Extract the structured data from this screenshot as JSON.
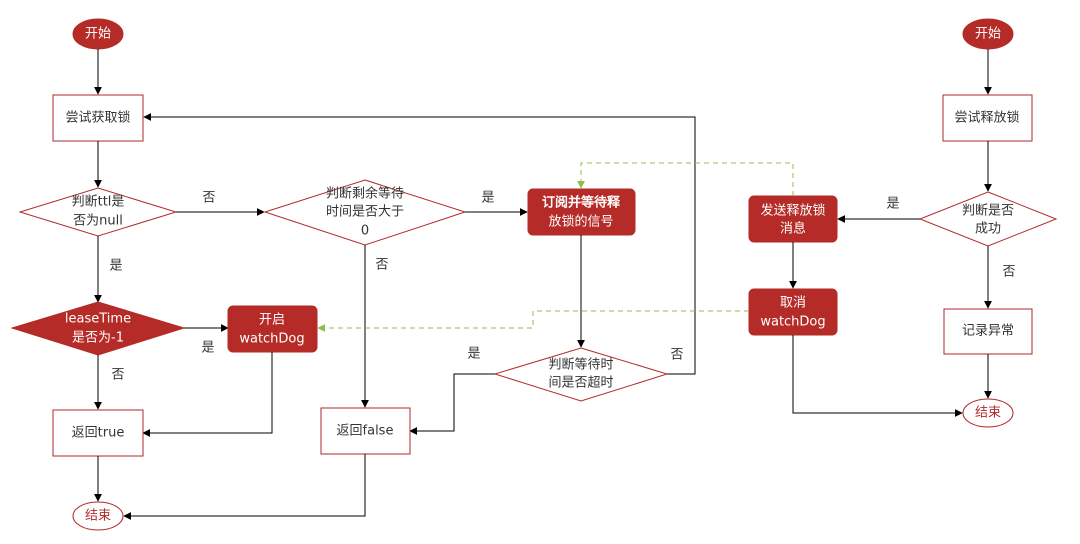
{
  "left_flow": {
    "start": "开始",
    "try_acquire": "尝试获取锁",
    "ttl_null_q": [
      "判断ttl是",
      "否为null"
    ],
    "lease_q": [
      "leaseTime",
      "是否为-1"
    ],
    "open_watchdog": [
      "开启",
      "watchDog"
    ],
    "return_true": "返回true",
    "end": "结束",
    "remaining_q": [
      "判断剩余等待",
      "时间是否大于",
      "0"
    ],
    "subscribe": [
      "订阅并等待释",
      "放锁的信号"
    ],
    "timeout_q": [
      "判断等待时",
      "间是否超时"
    ],
    "return_false": "返回false"
  },
  "right_flow": {
    "start": "开始",
    "try_release": "尝试释放锁",
    "success_q": [
      "判断是否",
      "成功"
    ],
    "send_msg": [
      "发送释放锁",
      "消息"
    ],
    "cancel_watchdog": [
      "取消",
      "watchDog"
    ],
    "record_error": "记录异常",
    "end": "结束"
  },
  "edge_labels": {
    "no": "否",
    "yes": "是"
  },
  "colors": {
    "accent": "#b52b27",
    "border": "#b22a2a",
    "dashed_arrow": "#8fbf4a"
  }
}
